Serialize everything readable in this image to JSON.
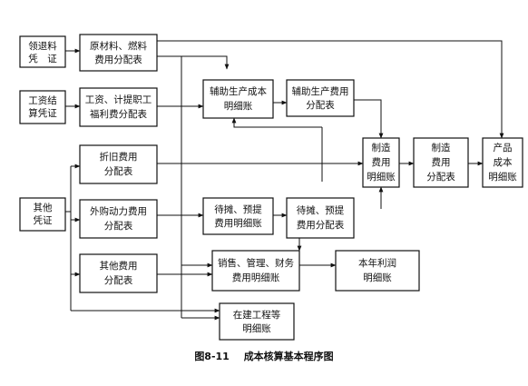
{
  "nodes": {
    "material_voucher": [
      "领退料",
      "凭　证"
    ],
    "wage_voucher": [
      "工资结",
      "算凭证"
    ],
    "other_voucher": [
      "其他",
      "凭证"
    ],
    "material_alloc": [
      "原材料、燃料",
      "费用分配表"
    ],
    "wage_alloc": [
      "工资、计提职工",
      "福利费分配表"
    ],
    "depr_alloc": [
      "折旧费用",
      "分配表"
    ],
    "power_alloc": [
      "外购动力费用",
      "分配表"
    ],
    "other_alloc": [
      "其他费用",
      "分配表"
    ],
    "aux_ledger": [
      "辅助生产成本",
      "明细账"
    ],
    "aux_alloc": [
      "辅助生产费用",
      "分配表"
    ],
    "mfg_ledger": [
      "制造",
      "费用",
      "明细账"
    ],
    "mfg_alloc": [
      "制造",
      "费用",
      "分配表"
    ],
    "product_ledger": [
      "产品",
      "成本",
      "明细账"
    ],
    "deferred_ledger": [
      "待摊、预提",
      "费用明细账"
    ],
    "deferred_alloc": [
      "待摊、预提",
      "费用分配表"
    ],
    "period_ledger": [
      "销售、管理、财务",
      "费用明细账"
    ],
    "profit_ledger": [
      "本年利润",
      "明细账"
    ],
    "construction_ledger": [
      "在建工程等",
      "明细账"
    ]
  },
  "caption": {
    "number": "图8-11",
    "title": "成本核算基本程序图"
  }
}
